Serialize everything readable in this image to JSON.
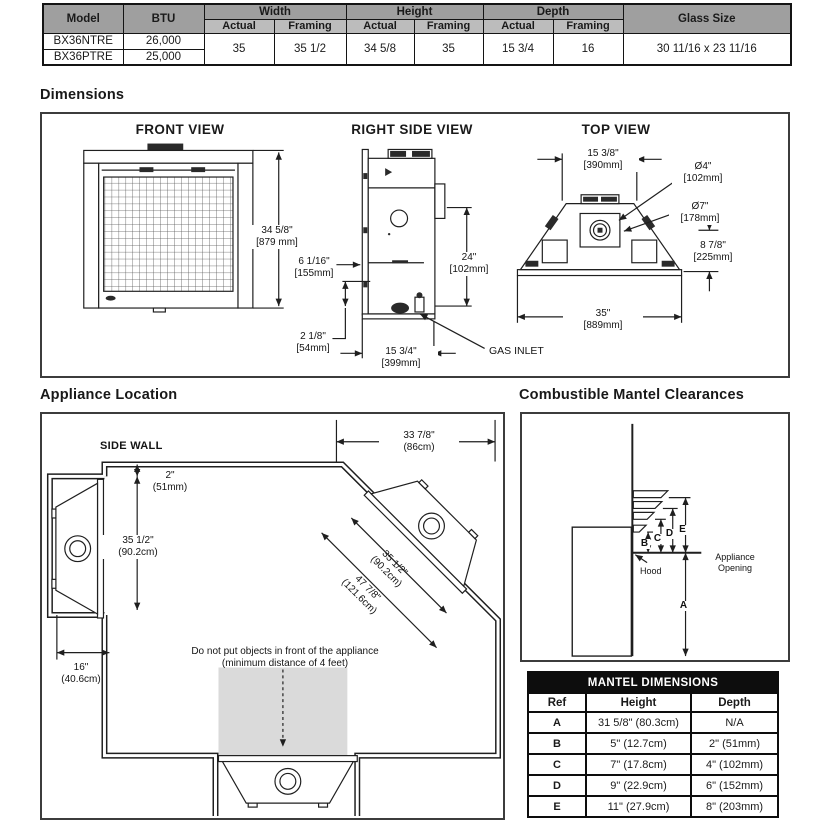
{
  "spec_table": {
    "col_model": "Model",
    "col_btu": "BTU",
    "col_width": "Width",
    "col_height": "Height",
    "col_depth": "Depth",
    "col_glass": "Glass Size",
    "col_actual": "Actual",
    "col_framing": "Framing",
    "rows": [
      {
        "model": "BX36NTRE",
        "btu": "26,000"
      },
      {
        "model": "BX36PTRE",
        "btu": "25,000"
      }
    ],
    "shared": {
      "width_actual": "35",
      "width_framing": "35 1/2",
      "height_actual": "34 5/8",
      "height_framing": "35",
      "depth_actual": "15 3/4",
      "depth_framing": "16",
      "glass_size": "30 11/16 x 23 11/16"
    }
  },
  "headings": {
    "dimensions": "Dimensions",
    "appliance_location": "Appliance Location",
    "mantel_clearances": "Combustible Mantel Clearances"
  },
  "dim": {
    "front": {
      "title": "FRONT VIEW",
      "h1": "34 5/8\"",
      "h2": "[879 mm]"
    },
    "right": {
      "title": "RIGHT SIDE VIEW",
      "a1": "6 1/16\"",
      "a2": "[155mm]",
      "b1": "2 1/8\"",
      "b2": "[54mm]",
      "c1": "15 3/4\"",
      "c2": "[399mm]",
      "d1": "24\"",
      "d2": "[102mm]",
      "gas": "GAS INLET"
    },
    "top": {
      "title": "TOP VIEW",
      "a1": "15 3/8\"",
      "a2": "[390mm]",
      "b1": "Ø4\"",
      "b2": "[102mm]",
      "c1": "Ø7\"",
      "c2": "[178mm]",
      "d1": "8 7/8\"",
      "d2": "[225mm]",
      "e1": "35\"",
      "e2": "[889mm]"
    }
  },
  "loc": {
    "side_wall": "SIDE WALL",
    "top1": "33 7/8\"",
    "top2": "(86cm)",
    "gap1": "2\"",
    "gap2": "(51mm)",
    "left1": "35 1/2\"",
    "left2": "(90.2cm)",
    "diag_a1": "35 1/2\"",
    "diag_a2": "(90.2cm)",
    "diag_b1": "47 7/8\"",
    "diag_b2": "(121.6cm)",
    "niche1": "16\"",
    "niche2": "(40.6cm)",
    "warn1": "Do not put objects in front of the appliance",
    "warn2": "(minimum distance of 4 feet)"
  },
  "man": {
    "a": "A",
    "b": "B",
    "c": "C",
    "d": "D",
    "e": "E",
    "hood": "Hood",
    "opening1": "Appliance",
    "opening2": "Opening"
  },
  "mantel_table": {
    "title": "MANTEL DIMENSIONS",
    "h_ref": "Ref",
    "h_height": "Height",
    "h_depth": "Depth",
    "rows": [
      {
        "ref": "A",
        "height": "31 5/8\" (80.3cm)",
        "depth": "N/A"
      },
      {
        "ref": "B",
        "height": "5\" (12.7cm)",
        "depth": "2\" (51mm)"
      },
      {
        "ref": "C",
        "height": "7\" (17.8cm)",
        "depth": "4\" (102mm)"
      },
      {
        "ref": "D",
        "height": "9\" (22.9cm)",
        "depth": "6\" (152mm)"
      },
      {
        "ref": "E",
        "height": "11\" (27.9cm)",
        "depth": "8\" (203mm)"
      }
    ]
  },
  "colors": {
    "header_gray": "#9f9f9f",
    "subheader_gray": "#bcbcbc",
    "table_title_bg": "#0d0d0d",
    "line": "#1f1f1f",
    "shade": "#dadada"
  }
}
